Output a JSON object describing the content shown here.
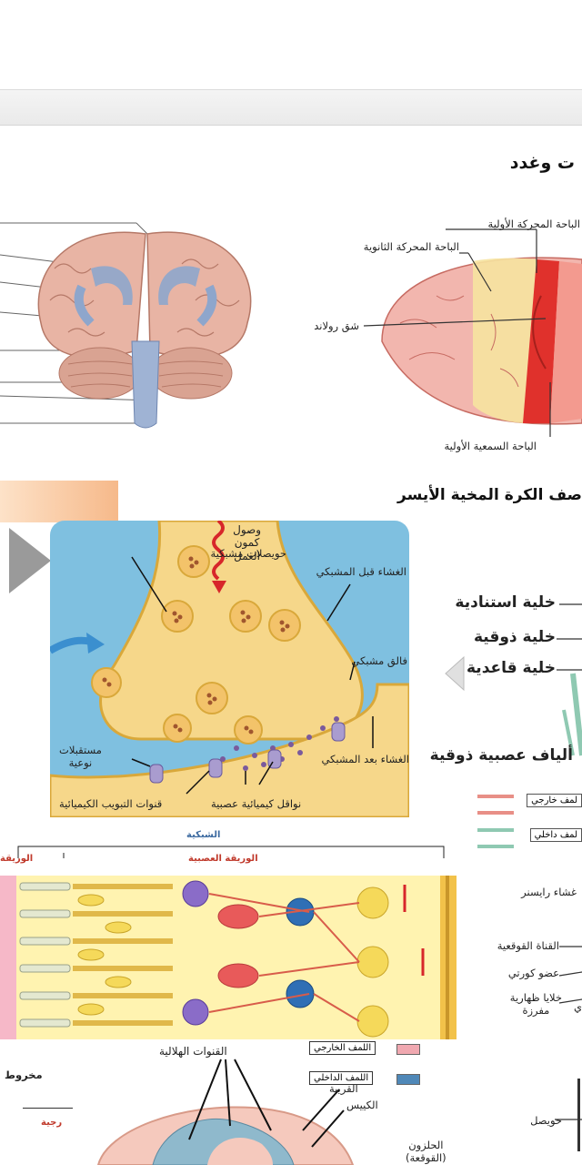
{
  "page": {
    "heading_nervous": "ت وغدد",
    "heading_hemisphere": "صف الكرة المخية الأيسر"
  },
  "cortex_labels": {
    "primary_motor": "الباحة المحركة الأولية",
    "secondary_motor": "الباحة المحركة الثانوية",
    "rolando": "شق رولاند",
    "primary_auditory": "الباحة السمعية الأولية"
  },
  "synapse_labels": {
    "action_potential": "وصول كمون العمل",
    "action_potential_l1": "وصول",
    "action_potential_l2": "كمون",
    "action_potential_l3": "العمل",
    "vesicles": "حويصلات مشبكية",
    "presynaptic": "الغشاء قبل المشبكي",
    "cleft": "فالق مشبكي",
    "postsynaptic": "الغشاء بعد المشبكي",
    "receptors_l1": "مستقبلات",
    "receptors_l2": "نوعية",
    "neurotransmitters": "نواقل كيميائية عصبية",
    "chem_channels": "قنوات التبويب الكيميائية"
  },
  "taste_labels": {
    "support_cell": "خلية استنادية",
    "taste_cell": "خلية ذوقية",
    "basal_cell": "خلية قاعدية",
    "taste_fibers": "ألياف عصبية ذوقية"
  },
  "legend": {
    "perilymph": "لمف خارجي",
    "endolymph": "لمف داخلي",
    "perilymph_2": "اللمف الخارجي",
    "endolymph_2": "اللمف الداخلي"
  },
  "retina_labels": {
    "retina": "الشبكية",
    "nerve_layer": "الوريقة العصبية",
    "pigment_layer": "الوريقة",
    "cone": "مخروط",
    "choroid": "رجية"
  },
  "cochlea_labels": {
    "reissner": "غشاء رايسنر",
    "cochlear_duct": "القناة القوقعية",
    "corti": "عضو كورتي",
    "secretory_l1": "خلايا ظهارية",
    "secretory_l2": "مفرزة",
    "secretory_side": "ي",
    "utricle": "حويصل"
  },
  "ear_labels": {
    "semicircular": "القنوات الهلالية",
    "utricle": "القريبة",
    "saccule": "الكييس",
    "cochlea_l1": "الحلزون",
    "cochlea_l2": "(القوقعة)"
  },
  "colors": {
    "brain_pink": "#e8b4a4",
    "ventricle_blue": "#8ea6cc",
    "motor_red": "#e0312c",
    "synapse_bg": "#7fc0e0",
    "neuron_yellow": "#f6d78a",
    "retina_bg": "#fff3b0"
  }
}
